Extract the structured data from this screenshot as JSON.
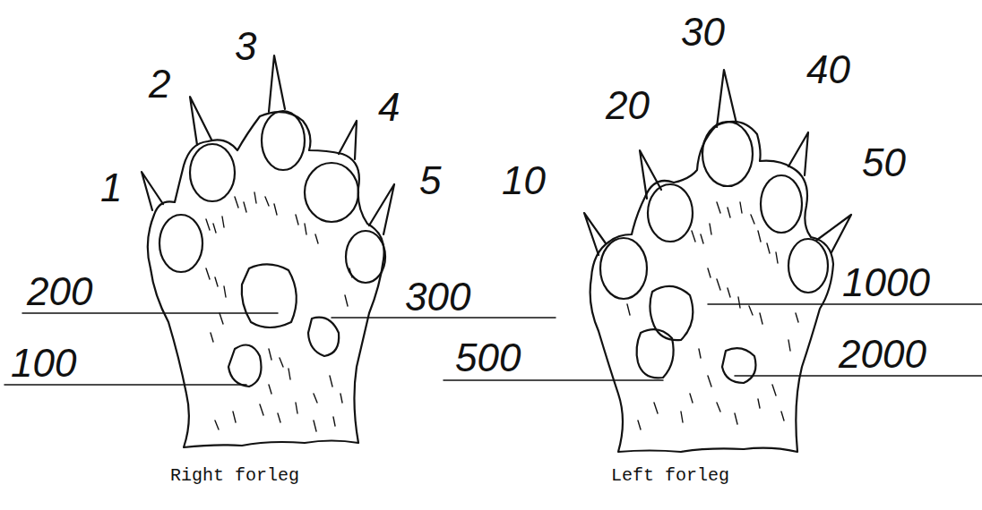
{
  "diagram": {
    "labels": [
      "1",
      "2",
      "3",
      "4",
      "5",
      "200",
      "100",
      "300",
      "Right forleg",
      "10",
      "20",
      "30",
      "40",
      "50",
      "1000",
      "500",
      "2000",
      "Left forleg"
    ]
  }
}
